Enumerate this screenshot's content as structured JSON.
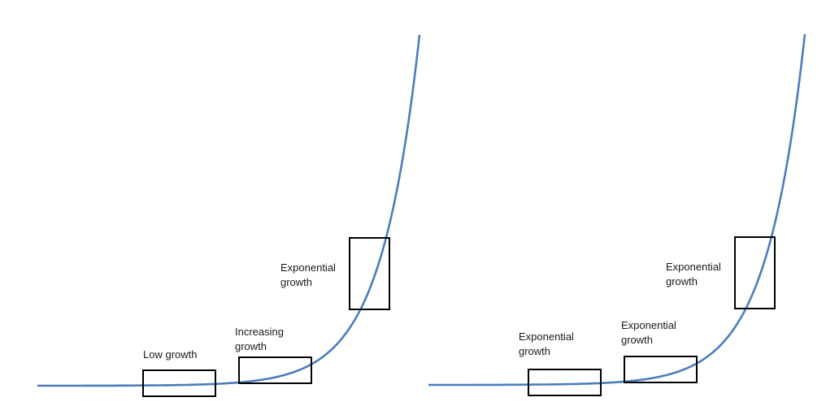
{
  "curve_color": "#4a7ebb",
  "box_color": "#000000",
  "panels": [
    {
      "id": "left",
      "labels": [
        {
          "line1": "Low growth",
          "line2": ""
        },
        {
          "line1": "Increasing",
          "line2": "growth"
        },
        {
          "line1": "Exponential",
          "line2": "growth"
        }
      ]
    },
    {
      "id": "right",
      "labels": [
        {
          "line1": "Exponential",
          "line2": "growth"
        },
        {
          "line1": "Exponential",
          "line2": "growth"
        },
        {
          "line1": "Exponential",
          "line2": "growth"
        }
      ]
    }
  ]
}
